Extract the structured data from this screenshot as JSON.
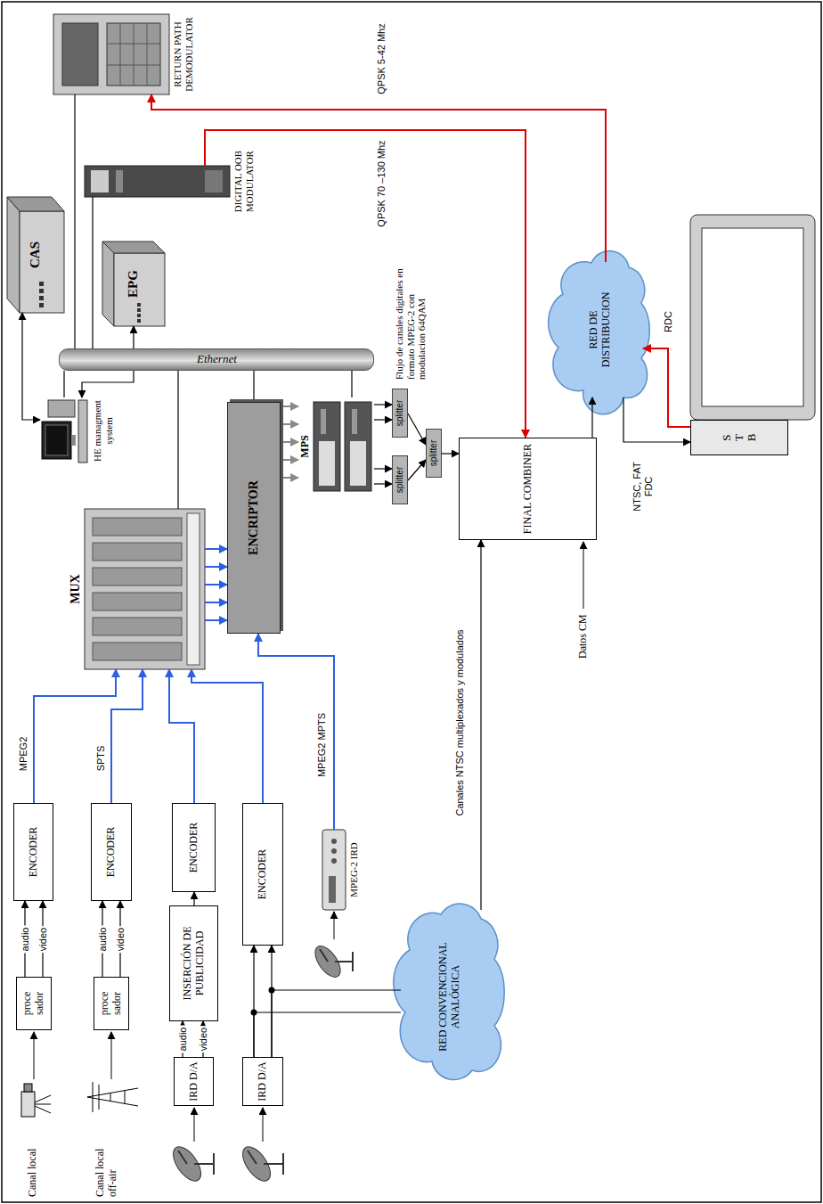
{
  "diagram": {
    "nodes": [
      {
        "text": [
          "proce sador"
        ]
      },
      {
        "text": [
          "ENCODER"
        ]
      },
      {
        "text": [
          "proce sador"
        ]
      },
      {
        "text": [
          "ENCODER"
        ]
      },
      {
        "text": [
          "IRD D/A"
        ]
      },
      {
        "text": [
          "INSERCIÓN DE PUBLICIDAD"
        ]
      },
      {
        "text": [
          "ENCODER"
        ]
      },
      {
        "text": [
          "IRD D/A"
        ]
      },
      {
        "text": [
          "ENCODER"
        ]
      },
      {
        "text": [
          "MPEG-2 IRD"
        ]
      },
      {
        "text": [
          "RED CONVENCIONAL ANALÓGICA"
        ]
      },
      {
        "text": [
          "MUX"
        ]
      },
      {
        "text": [
          "ENCRIPTOR"
        ]
      },
      {
        "text": [
          "MPS"
        ]
      },
      {
        "text": [
          "splitter"
        ]
      },
      {
        "text": [
          "splitter"
        ]
      },
      {
        "text": [
          "splitter"
        ]
      },
      {
        "text": [
          "FINAL COMBINER"
        ]
      },
      {
        "text": [
          "Ethernet"
        ]
      },
      {
        "text": [
          "HE managment system"
        ]
      },
      {
        "text": [
          "CAS"
        ]
      },
      {
        "text": [
          "EPG"
        ]
      },
      {
        "text": [
          "DIGITAL OOB MODULATOR"
        ]
      },
      {
        "text": [
          "RETURN PATH DEMODULATOR"
        ]
      },
      {
        "text": [
          "RED DE DISTRIBUCION"
        ]
      },
      {
        "text": [
          "S T B"
        ]
      }
    ],
    "edges": [
      {
        "from": 0,
        "to": 1,
        "label": "audio",
        "arrow": "to"
      },
      {
        "from": 0,
        "to": 1,
        "label": "video",
        "arrow": "to"
      },
      {
        "from": 2,
        "to": 3,
        "label": "audio",
        "arrow": "to"
      },
      {
        "from": 2,
        "to": 3,
        "label": "video",
        "arrow": "to"
      },
      {
        "from": 4,
        "to": 5,
        "label": "audio",
        "arrow": "to"
      },
      {
        "from": 4,
        "to": 5,
        "label": "video",
        "arrow": "to"
      },
      {
        "from": 5,
        "to": 6,
        "arrow": "to"
      },
      {
        "from": 7,
        "to": 8,
        "arrow": "to"
      },
      {
        "from": 7,
        "to": 8,
        "arrow": "to"
      },
      {
        "from": 7,
        "to": 10,
        "arrow": "none"
      },
      {
        "from": 7,
        "to": 10,
        "arrow": "none"
      },
      {
        "from": 1,
        "to": 11,
        "label": "MPEG2",
        "arrow": "to"
      },
      {
        "from": 3,
        "to": 11,
        "label": "SPTS",
        "arrow": "to"
      },
      {
        "from": 6,
        "to": 11,
        "arrow": "to"
      },
      {
        "from": 8,
        "to": 11,
        "arrow": "to"
      },
      {
        "from": 9,
        "to": 12,
        "label": "MPEG2 MPTS",
        "arrow": "to"
      },
      {
        "from": 11,
        "to": 12,
        "arrow": "to"
      },
      {
        "from": 11,
        "to": 12,
        "arrow": "to"
      },
      {
        "from": 11,
        "to": 12,
        "arrow": "to"
      },
      {
        "from": 11,
        "to": 12,
        "arrow": "to"
      },
      {
        "from": 11,
        "to": 12,
        "arrow": "to"
      },
      {
        "from": 12,
        "to": 13,
        "arrow": "to"
      },
      {
        "from": 12,
        "to": 13,
        "arrow": "to"
      },
      {
        "from": 12,
        "to": 13,
        "arrow": "to"
      },
      {
        "from": 12,
        "to": 13,
        "arrow": "to"
      },
      {
        "from": 12,
        "to": 13,
        "arrow": "to"
      },
      {
        "from": 13,
        "to": 14,
        "arrow": "to"
      },
      {
        "from": 13,
        "to": 14,
        "arrow": "to"
      },
      {
        "from": 13,
        "to": 15,
        "arrow": "to"
      },
      {
        "from": 13,
        "to": 15,
        "arrow": "to"
      },
      {
        "from": 14,
        "to": 16,
        "arrow": "to"
      },
      {
        "from": 15,
        "to": 16,
        "arrow": "to"
      },
      {
        "from": 16,
        "to": 17,
        "arrow": "to"
      },
      {
        "from": 10,
        "to": 17,
        "label": "Canales NTSC multiplexados y modulados",
        "arrow": "to"
      },
      {
        "from": 11,
        "to": 18,
        "arrow": "none"
      },
      {
        "from": 12,
        "to": 18,
        "arrow": "none"
      },
      {
        "from": 13,
        "to": 18,
        "arrow": "none"
      },
      {
        "from": 19,
        "to": 18,
        "arrow": "none"
      },
      {
        "from": 19,
        "to": 20,
        "arrow": "both"
      },
      {
        "from": 19,
        "to": 21,
        "arrow": "both"
      },
      {
        "from": 18,
        "to": 22,
        "arrow": "none"
      },
      {
        "from": 18,
        "to": 23,
        "arrow": "none"
      },
      {
        "from": 22,
        "to": 17,
        "label": "QPSK 70 –130 Mhz",
        "arrow": "to"
      },
      {
        "from": 17,
        "to": 24,
        "arrow": "to"
      },
      {
        "from": 24,
        "to": 25,
        "label": "NTSC, FAT FDC",
        "arrow": "to"
      },
      {
        "from": 25,
        "to": 24,
        "label": "RDC",
        "arrow": "to"
      },
      {
        "from": 24,
        "to": 23,
        "label": "QPSK 5-42 Mhz",
        "arrow": "to"
      }
    ],
    "labels": [
      "Canal local",
      "Canal local off-air",
      "Datos CM",
      "Flujo de canales digitales en formato MPEG-2 con modulacion 64QAM"
    ]
  }
}
